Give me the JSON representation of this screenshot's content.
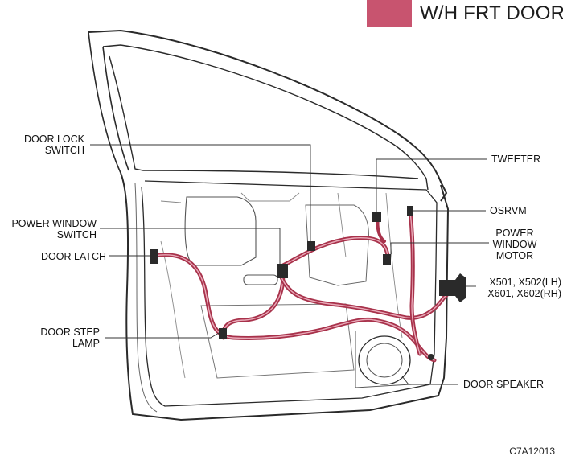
{
  "title": {
    "text": "W/H FRT DOOR",
    "accent_color": "#c8546f"
  },
  "labels": {
    "door_lock_switch": [
      "DOOR LOCK",
      "SWITCH"
    ],
    "power_window_switch": [
      "POWER WINDOW",
      "SWITCH"
    ],
    "door_latch": "DOOR LATCH",
    "door_step_lamp": [
      "DOOR STEP",
      "LAMP"
    ],
    "tweeter": "TWEETER",
    "osrvm": "OSRVM",
    "power_window_motor": [
      "POWER",
      "WINDOW",
      "MOTOR"
    ],
    "connectors": [
      "X501, X502(LH)",
      "X601, X602(RH)"
    ],
    "door_speaker": "DOOR SPEAKER"
  },
  "figure_code": "C7A12013",
  "colors": {
    "harness": "#a8324b",
    "harness_highlight": "#e9a9b8",
    "outline": "#2a2a2a",
    "leader": "#333333"
  }
}
